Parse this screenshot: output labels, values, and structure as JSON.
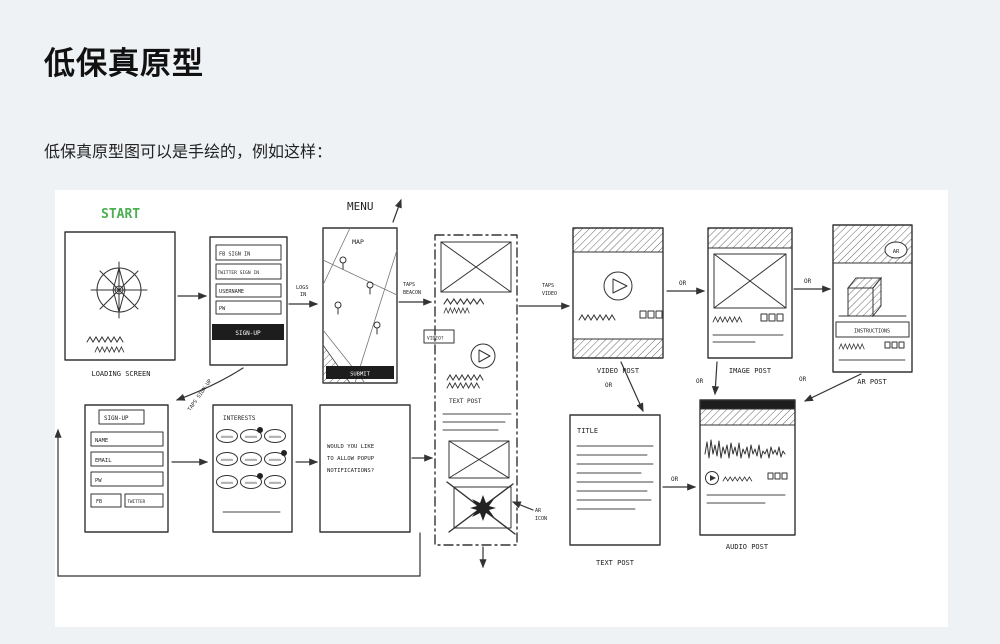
{
  "page": {
    "title": "低保真原型",
    "intro": "低保真原型图可以是手绘的，例如这样："
  },
  "colors": {
    "start_green": "#4caf50",
    "ink": "#333333",
    "page_background": "#eff2f5",
    "sketch_background": "#ffffff"
  },
  "sketch": {
    "start_label": "START",
    "menu_label": "MENU",
    "loading": {
      "caption": "LOADING SCREEN"
    },
    "signin": {
      "fb": "FB SIGN IN",
      "twitter": "TWITTER SIGN IN",
      "username": "USERNAME",
      "pw": "PW",
      "signup_button": "SIGN-UP"
    },
    "map": {
      "title": "MAP",
      "submit": "SUBMIT"
    },
    "feed": {
      "video_tag": "VIDEO?",
      "text_post_label": "TEXT POST",
      "ar_icon_line1": "AR",
      "ar_icon_line2": "ICON"
    },
    "video_post": {
      "caption": "VIDEO POST"
    },
    "image_post": {
      "caption": "IMAGE POST"
    },
    "ar_post": {
      "badge": "AR",
      "instructions": "INSTRUCTIONS",
      "caption": "AR POST"
    },
    "signup_screen": {
      "title": "SIGN-UP",
      "name": "NAME",
      "email": "EMAIL",
      "pw": "PW",
      "fb": "FB",
      "twitter": "TWITTER"
    },
    "interests_screen": {
      "title": "INTERESTS"
    },
    "popup_screen": {
      "line1": "WOULD YOU LIKE",
      "line2": "TO ALLOW POPUP",
      "line3": "NOTIFICATIONS?"
    },
    "title_post": {
      "title": "TITLE",
      "caption": "TEXT POST"
    },
    "audio_post": {
      "caption": "AUDIO POST"
    },
    "flow_labels": {
      "logs_in_1": "LOGS",
      "logs_in_2": "IN",
      "taps_signup": "TAPS SIGN-UP",
      "taps_beacon_1": "TAPS",
      "taps_beacon_2": "BEACON",
      "taps_video_1": "TAPS",
      "taps_video_2": "VIDEO",
      "or": "OR"
    }
  }
}
